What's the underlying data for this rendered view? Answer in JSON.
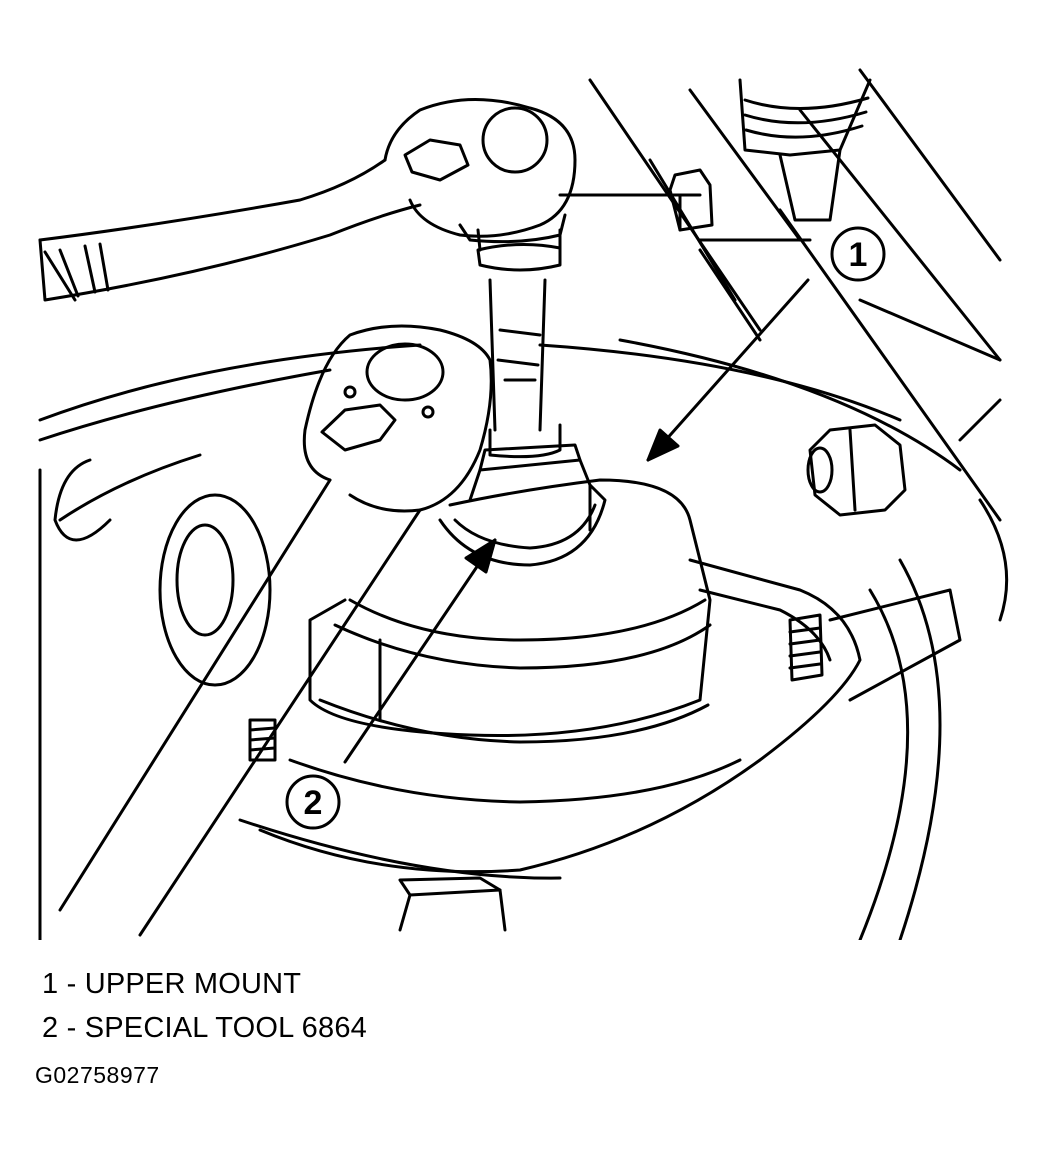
{
  "callouts": [
    {
      "number": "1"
    },
    {
      "number": "2"
    }
  ],
  "legend": [
    {
      "text": "1 - UPPER MOUNT"
    },
    {
      "text": "2 - SPECIAL TOOL 6864"
    }
  ],
  "figure_id": "G02758977"
}
